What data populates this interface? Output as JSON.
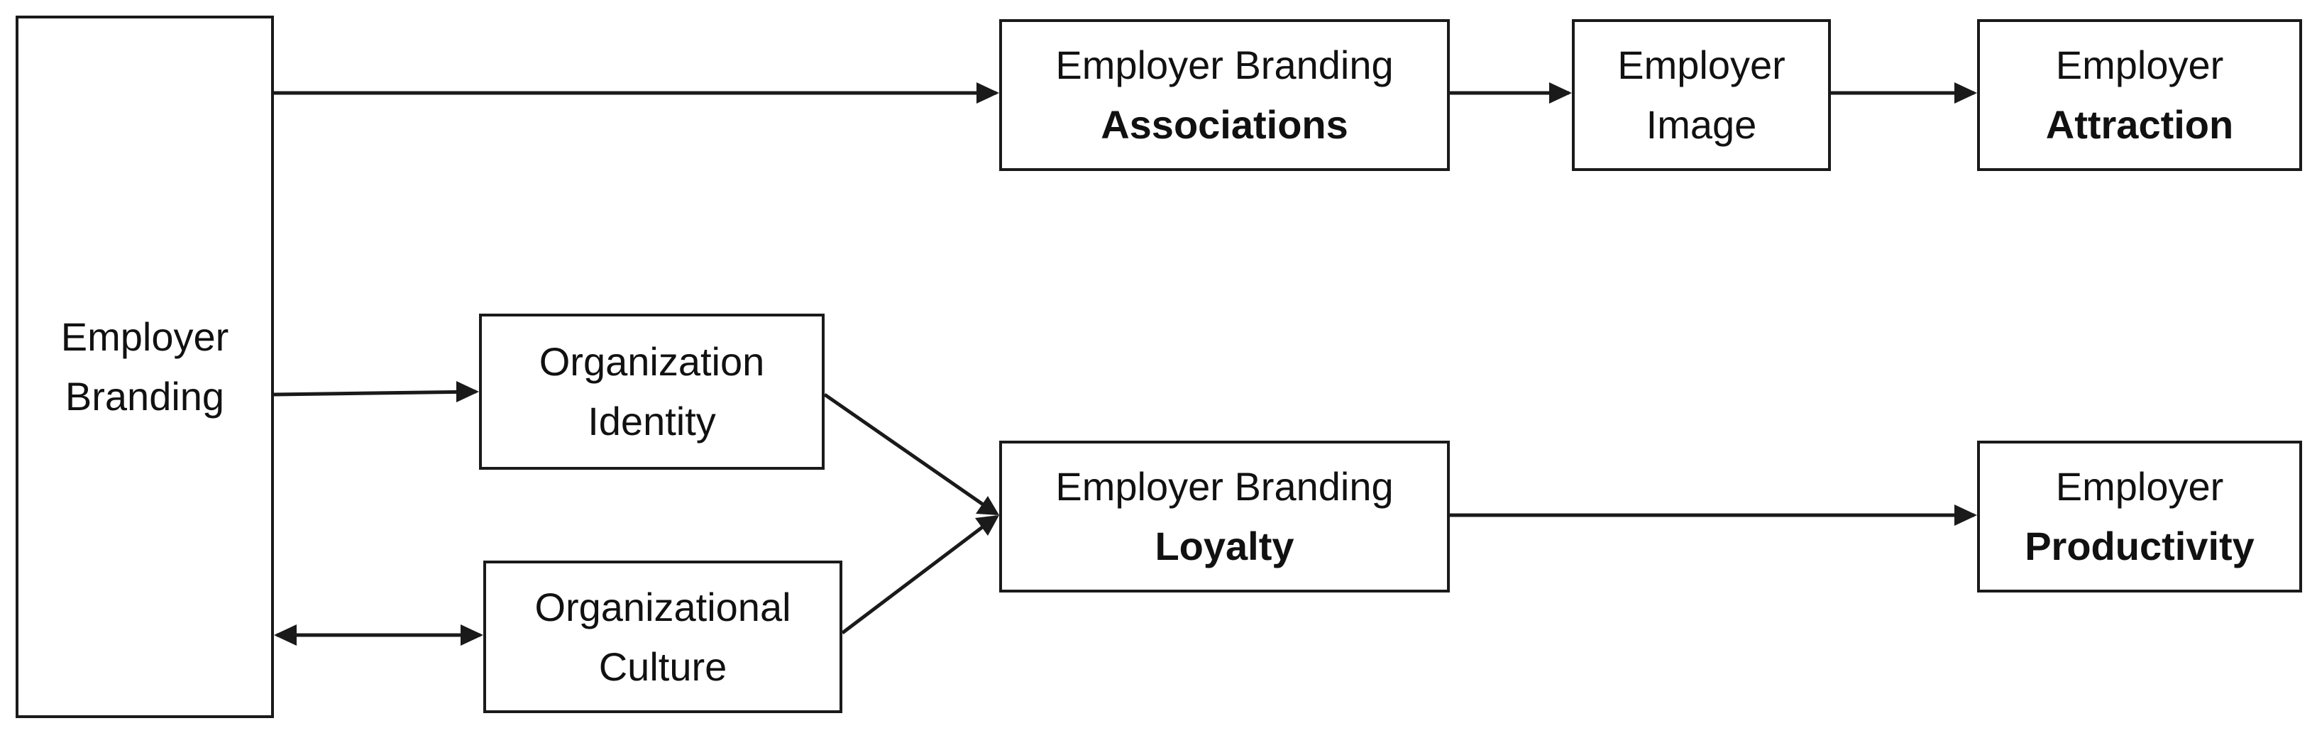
{
  "nodes": {
    "employer_branding": {
      "line1": "Employer",
      "line2": "Branding"
    },
    "branding_associations": {
      "line1": "Employer Branding",
      "line2": "Associations"
    },
    "employer_image": {
      "line1": "Employer",
      "line2": "Image"
    },
    "employer_attraction": {
      "line1": "Employer",
      "line2": "Attraction"
    },
    "organization_identity": {
      "line1": "Organization",
      "line2": "Identity"
    },
    "organizational_culture": {
      "line1": "Organizational",
      "line2": "Culture"
    },
    "branding_loyalty": {
      "line1": "Employer Branding",
      "line2": "Loyalty"
    },
    "employer_productivity": {
      "line1": "Employer",
      "line2": "Productivity"
    }
  },
  "edges": [
    {
      "from": "Employer Branding",
      "to": "Employer Branding Associations",
      "direction": "forward"
    },
    {
      "from": "Employer Branding Associations",
      "to": "Employer Image",
      "direction": "forward"
    },
    {
      "from": "Employer Image",
      "to": "Employer Attraction",
      "direction": "forward"
    },
    {
      "from": "Employer Branding",
      "to": "Organization Identity",
      "direction": "forward"
    },
    {
      "from": "Employer Branding",
      "to": "Organizational Culture",
      "direction": "bidirectional"
    },
    {
      "from": "Organization Identity",
      "to": "Employer Branding Loyalty",
      "direction": "forward"
    },
    {
      "from": "Organizational Culture",
      "to": "Employer Branding Loyalty",
      "direction": "forward"
    },
    {
      "from": "Employer Branding Loyalty",
      "to": "Employer Productivity",
      "direction": "forward"
    }
  ],
  "colors": {
    "line": "#1a1a1a",
    "box_fill": "#ffffff",
    "text": "#111111"
  }
}
